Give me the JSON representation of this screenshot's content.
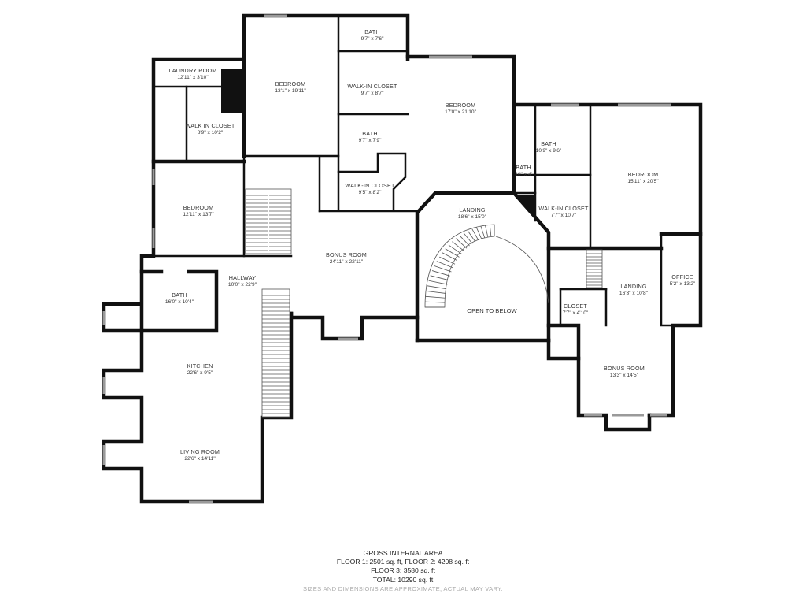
{
  "rooms": [
    {
      "name": "LAUNDRY ROOM",
      "dims": "12'11\" x 3'10\""
    },
    {
      "name": "BEDROOM",
      "dims": "13'1\" x 19'11\""
    },
    {
      "name": "BATH",
      "dims": "9'7\" x 7'6\""
    },
    {
      "name": "WALK-IN CLOSET",
      "dims": "9'7\" x 8'7\""
    },
    {
      "name": "BEDROOM",
      "dims": "17'0\" x 21'10\""
    },
    {
      "name": "WALK IN CLOSET",
      "dims": "8'9\" x 10'2\""
    },
    {
      "name": "BATH",
      "dims": "9'7\" x 7'9\""
    },
    {
      "name": "WALK-IN CLOSET",
      "dims": "9'5\" x 8'2\""
    },
    {
      "name": "BATH",
      "dims": "10'9\" x 9'6\""
    },
    {
      "name": "BEDROOM",
      "dims": "15'11\" x 20'5\""
    },
    {
      "name": "BATH",
      "dims": "10\" x 4'"
    },
    {
      "name": "WALK-IN CLOSET",
      "dims": "7'7\" x 10'7\""
    },
    {
      "name": "BEDROOM",
      "dims": "12'11\" x 13'7\""
    },
    {
      "name": "LANDING",
      "dims": "18'6\" x 15'0\""
    },
    {
      "name": "BONUS ROOM",
      "dims": "24'11\" x 22'11\""
    },
    {
      "name": "HALLWAY",
      "dims": "10'0\" x 22'9\""
    },
    {
      "name": "BATH",
      "dims": "16'0\" x 10'4\""
    },
    {
      "name": "LANDING",
      "dims": "16'3\" x 10'8\""
    },
    {
      "name": "OFFICE",
      "dims": "5'2\" x 13'2\""
    },
    {
      "name": "CLOSET",
      "dims": "7'7\" x 4'10\""
    },
    {
      "name": "KITCHEN",
      "dims": "22'6\" x 9'5\""
    },
    {
      "name": "BONUS ROOM",
      "dims": "13'3\" x 14'5\""
    },
    {
      "name": "LIVING ROOM",
      "dims": "22'6\" x 14'11\""
    }
  ],
  "open_to_below": "OPEN TO BELOW",
  "area": {
    "title": "GROSS INTERNAL AREA",
    "line1": "FLOOR 1: 2501 sq. ft, FLOOR 2: 4208 sq. ft",
    "line2": "FLOOR 3: 3580 sq. ft",
    "line3": "TOTAL: 10290 sq. ft",
    "disclaimer": "SIZES AND DIMENSIONS ARE APPROXIMATE, ACTUAL MAY VARY."
  },
  "colors": {
    "wall": "#111111",
    "fill": "#ffffff",
    "window": "#9a9a9a"
  }
}
